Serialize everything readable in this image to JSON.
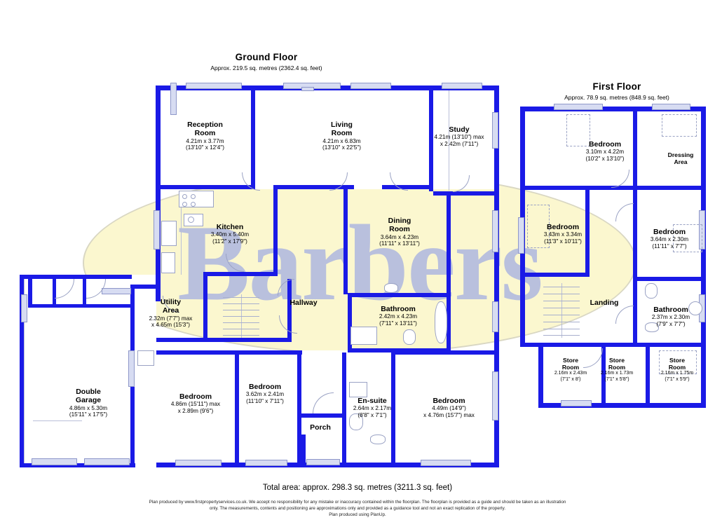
{
  "ground_floor": {
    "title": "Ground Floor",
    "subtitle": "Approx. 219.5 sq. metres (2362.4 sq. feet)",
    "rooms": [
      {
        "name": "Reception\nRoom",
        "metric": "4.21m x 3.77m",
        "imperial": "(13'10\" x 12'4\")"
      },
      {
        "name": "Living\nRoom",
        "metric": "4.21m x 6.83m",
        "imperial": "(13'10\" x 22'5\")"
      },
      {
        "name": "Study",
        "metric": "4.21m (13'10\") max",
        "imperial": "x 2.42m (7'11\")"
      },
      {
        "name": "Kitchen",
        "metric": "3.40m x 5.40m",
        "imperial": "(11'2\" x 17'9\")"
      },
      {
        "name": "Dining\nRoom",
        "metric": "3.64m x 4.23m",
        "imperial": "(11'11\" x 13'11\")"
      },
      {
        "name": "Utility\nArea",
        "metric": "2.32m (7'7\") max",
        "imperial": "x 4.65m (15'3\")"
      },
      {
        "name": "Hallway",
        "metric": "",
        "imperial": ""
      },
      {
        "name": "Bathroom",
        "metric": "2.42m x 4.23m",
        "imperial": "(7'11\" x 13'11\")"
      },
      {
        "name": "Double\nGarage",
        "metric": "4.86m x 5.30m",
        "imperial": "(15'11\" x 17'5\")"
      },
      {
        "name": "Bedroom",
        "metric": "4.86m (15'11\") max",
        "imperial": "x 2.89m (9'6\")"
      },
      {
        "name": "Bedroom",
        "metric": "3.62m x 2.41m",
        "imperial": "(11'10\" x 7'11\")"
      },
      {
        "name": "En-suite",
        "metric": "2.64m x 2.17m",
        "imperial": "(8'8\" x 7'1\")"
      },
      {
        "name": "Porch",
        "metric": "",
        "imperial": ""
      },
      {
        "name": "Bedroom",
        "metric": "4.49m (14'9\")",
        "imperial": "x 4.76m (15'7\") max"
      }
    ]
  },
  "first_floor": {
    "title": "First Floor",
    "subtitle": "Approx. 78.9 sq. metres (848.9 sq. feet)",
    "rooms": [
      {
        "name": "Bedroom",
        "metric": "3.10m x 4.22m",
        "imperial": "(10'2\" x 13'10\")"
      },
      {
        "name": "Dressing\nArea",
        "metric": "",
        "imperial": ""
      },
      {
        "name": "Bedroom",
        "metric": "3.43m x 3.34m",
        "imperial": "(11'3\" x 10'11\")"
      },
      {
        "name": "Bedroom",
        "metric": "3.64m x 2.30m",
        "imperial": "(11'11\" x 7'7\")"
      },
      {
        "name": "Landing",
        "metric": "",
        "imperial": ""
      },
      {
        "name": "Bathroom",
        "metric": "2.37m x 2.30m",
        "imperial": "(7'9\" x 7'7\")"
      },
      {
        "name": "Store\nRoom",
        "metric": "2.16m x 2.43m",
        "imperial": "(7'1\" x 8')"
      },
      {
        "name": "Store\nRoom",
        "metric": "2.16m x 1.73m",
        "imperial": "(7'1\" x 5'8\")"
      },
      {
        "name": "Store\nRoom",
        "metric": "2.16m x 1.75m",
        "imperial": "(7'1\" x 5'9\")"
      }
    ]
  },
  "watermark": {
    "text": "Barbers"
  },
  "footer": {
    "total_area": "Total area: approx. 298.3 sq. metres (3211.3 sq. feet)",
    "disclaimer_line1": "Plan produced by www.firstpropertyservices.co.uk. We accept no responsibility for any mistake or inaccuracy contained within the floorplan. The floorplan is provided as a guide and should be taken as an illustration",
    "disclaimer_line2": "only. The measurements, contents and positioning are approximations only and provided as a guidance tool and not an exact replication of the property.",
    "disclaimer_line3": "Plan produced using PlanUp."
  },
  "colors": {
    "wall": "#1a1ae6",
    "window": "#d7dcf2",
    "watermark_fill": "#fbf7cf",
    "watermark_text": "#b9c0dd"
  }
}
